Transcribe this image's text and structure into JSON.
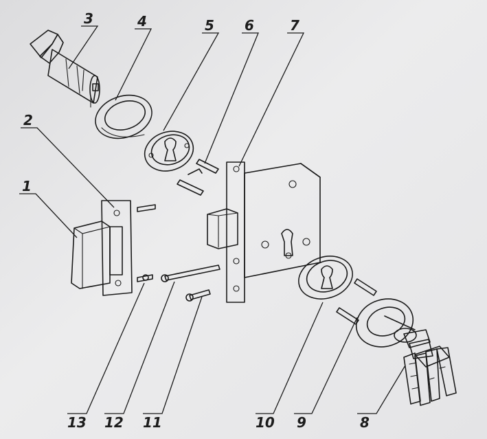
{
  "diagram": {
    "background": "#e9e9ea",
    "ink": "#1a1a1a",
    "callouts": [
      "1",
      "2",
      "3",
      "4",
      "5",
      "6",
      "7",
      "8",
      "9",
      "10",
      "11",
      "12",
      "13"
    ]
  }
}
